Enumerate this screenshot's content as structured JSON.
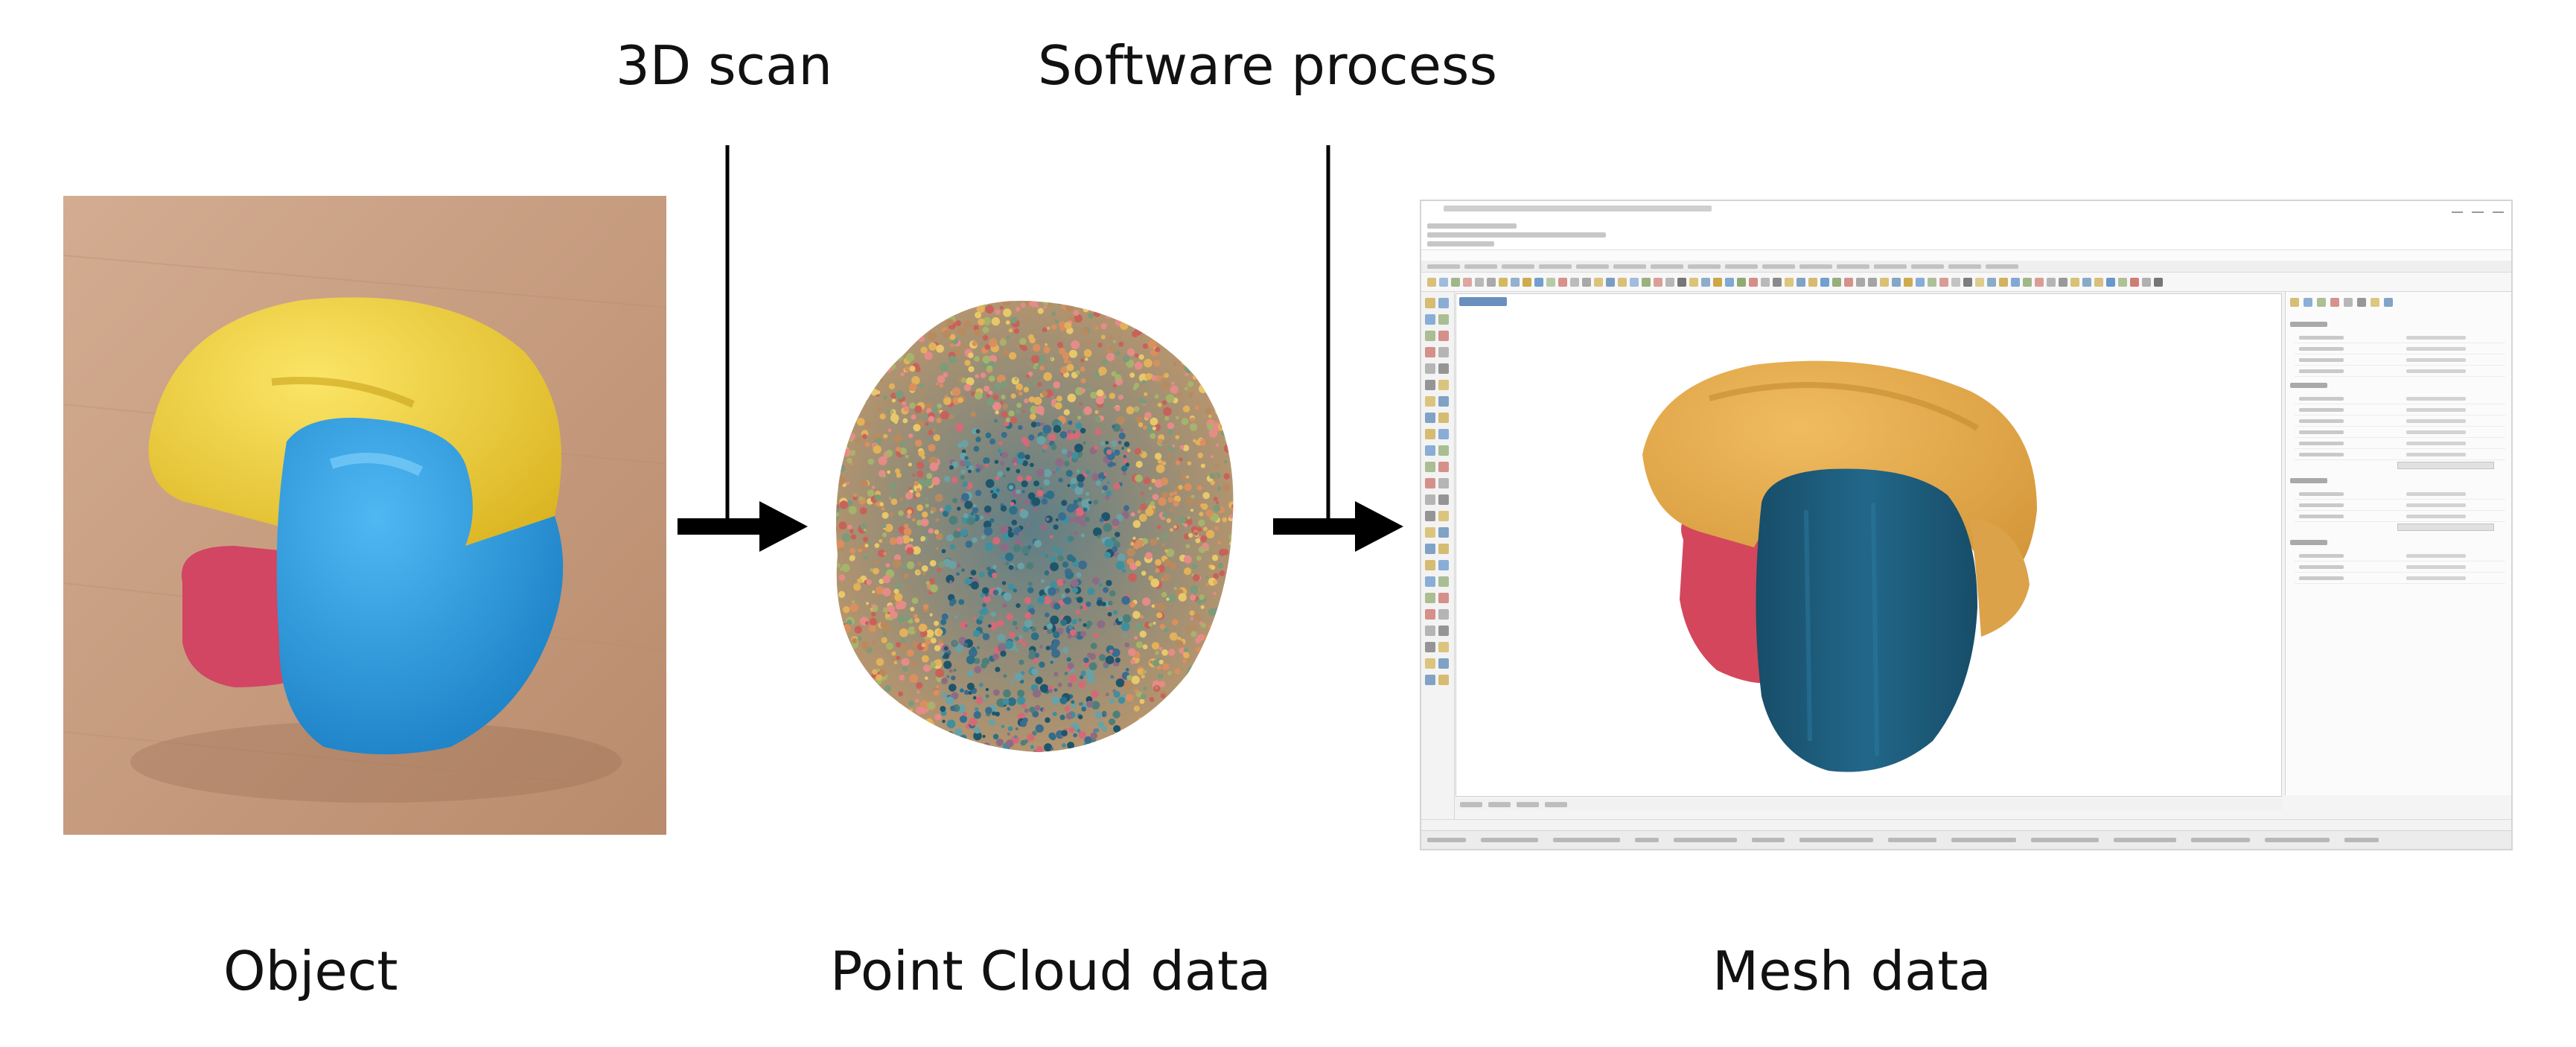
{
  "labels": {
    "scan": "3D scan",
    "software": "Software process",
    "object": "Object",
    "point_cloud": "Point Cloud data",
    "mesh": "Mesh data"
  },
  "colors": {
    "yellow": "#f2d038",
    "blue": "#2f9ce0",
    "red": "#d24563",
    "mesh_orange": "#e4a847",
    "mesh_teal": "#1f5f7e",
    "mesh_red": "#d4465c",
    "arrow": "#000000"
  },
  "icons": {
    "arrow_1": "right-arrow",
    "arrow_2": "right-arrow"
  }
}
